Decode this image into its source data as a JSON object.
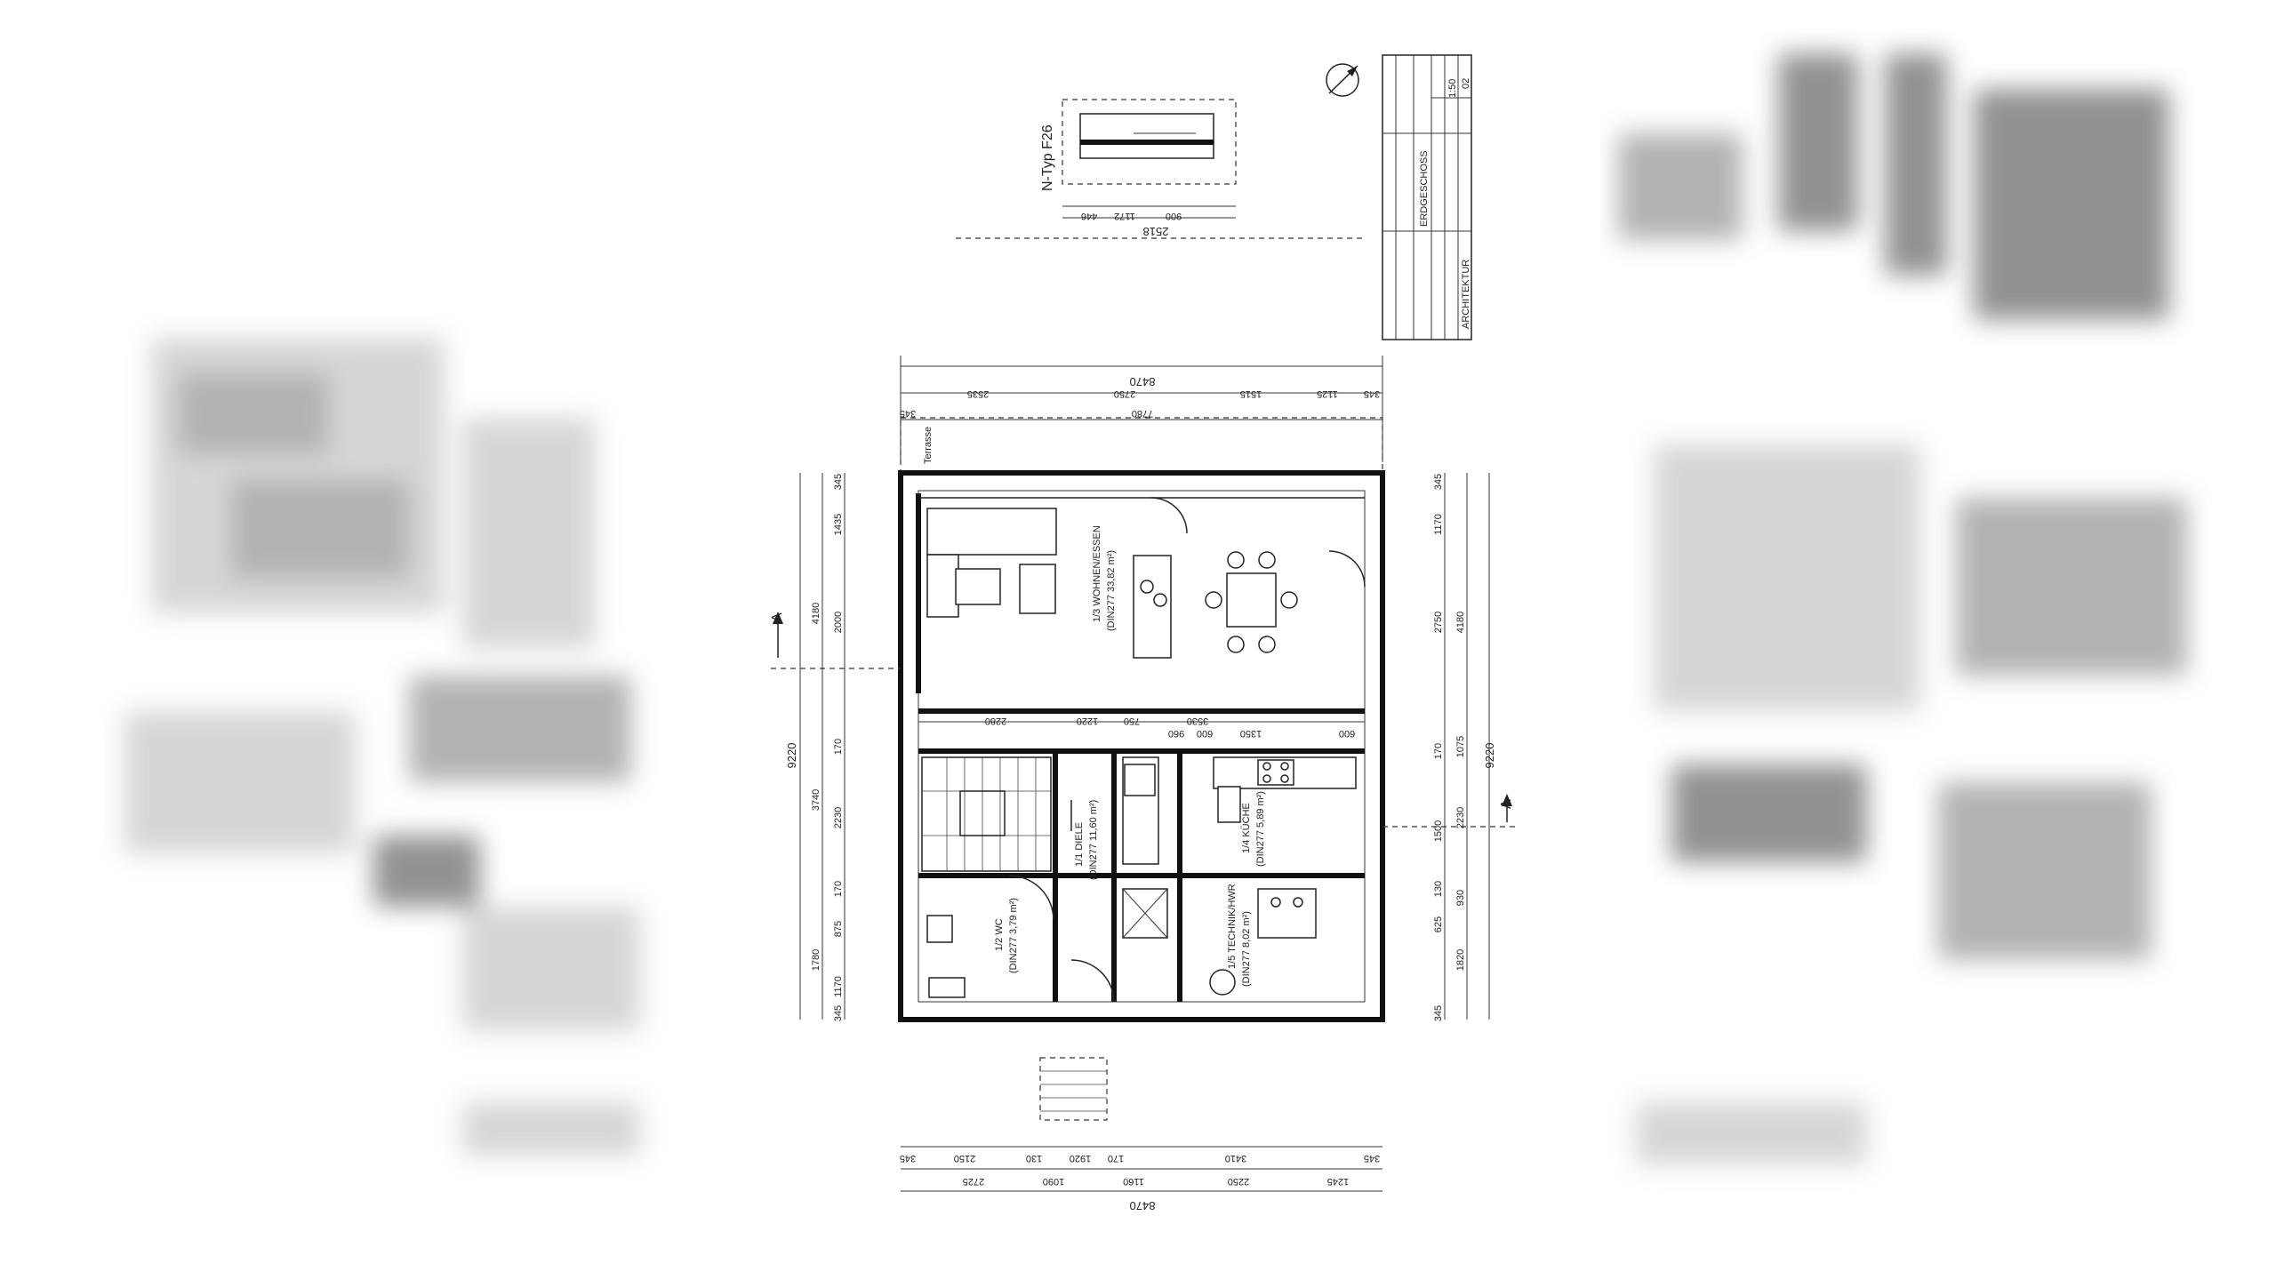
{
  "plan": {
    "n_typ_label": "N-Typ F26",
    "detail_dims": [
      "2518",
      "900",
      "1172",
      "446"
    ],
    "title_block": {
      "sheet_title": "ERDGESCHOSS",
      "scale": "1:50",
      "sheet_no": "02",
      "discipline": "ARCHITEKTUR"
    },
    "dims_top_total": "8470",
    "dims_top": [
      "345",
      "2535",
      "2750",
      "1515",
      "1125",
      "345"
    ],
    "dims_top_inner": "7780",
    "dims_bottom_a": [
      "345",
      "2150",
      "130",
      "1920",
      "170",
      "3410",
      "345"
    ],
    "dims_bottom_b": [
      "2725",
      "1090",
      "1160",
      "2250",
      "1245"
    ],
    "dims_bottom_total": "8470",
    "dims_left_a": [
      "345",
      "1435",
      "2000",
      "170",
      "2230",
      "170",
      "875",
      "1780",
      "1170",
      "345"
    ],
    "dims_left_b": [
      "4180",
      "3740"
    ],
    "dims_left_total": "9220",
    "dims_right_a": [
      "345",
      "1170",
      "2750",
      "170",
      "1500",
      "130",
      "625",
      "1820",
      "345"
    ],
    "dims_right_b": [
      "4180",
      "1075",
      "2230",
      "930"
    ],
    "dims_right_total": "9220",
    "interior_dims_row1": [
      "2280",
      "1220",
      "750",
      "3530",
      "960",
      "600",
      "1350",
      "600"
    ],
    "rooms": {
      "living": "1/3 WOHNEN/ESSEN",
      "living_area": "(DIN277 33,82 m²)",
      "kitchen": "1/4 KÜCHE",
      "kitchen_area": "(DIN277 5,89 m²)",
      "hall": "1/1 DIELE",
      "hall_area": "(DIN277 11,60 m²)",
      "wc": "1/2 WC",
      "wc_area": "(DIN277 3,79 m²)",
      "storage": "1/5 TECHNIK/HWR",
      "storage_area": "(DIN277 8,02 m²)"
    },
    "terrace_label": "Terrasse",
    "section_marker": "A"
  }
}
